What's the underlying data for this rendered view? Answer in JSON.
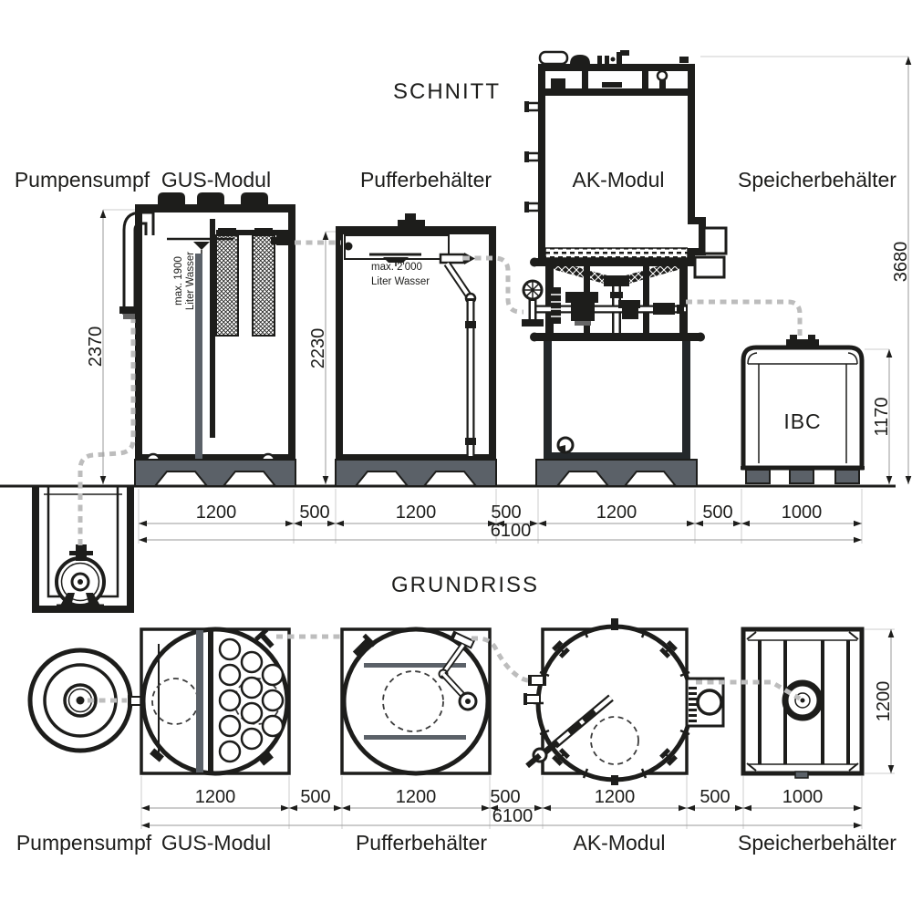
{
  "titles": {
    "schnitt": "SCHNITT",
    "grundriss": "GRUNDRISS"
  },
  "components": [
    "Pumpensumpf",
    "GUS-Modul",
    "Pufferbehälter",
    "AK-Modul",
    "Speicherbehälter"
  ],
  "notes": {
    "gus": [
      "max. 1900",
      "Liter Wasser"
    ],
    "puffer": [
      "max. 2'000",
      "Liter Wasser"
    ],
    "ibc": "IBC"
  },
  "dims": {
    "horizontal": [
      "1200",
      "500",
      "1200",
      "500",
      "1200",
      "500",
      "1000"
    ],
    "total": "6100",
    "heights": {
      "gus": "2370",
      "puffer": "2230",
      "ak": "3680",
      "ibc": "1170"
    },
    "depth": "1200"
  },
  "colors": {
    "ink": "#1d1d1b",
    "machine_gray": "#5b6168",
    "flow_dash": "#bdbdbd"
  }
}
